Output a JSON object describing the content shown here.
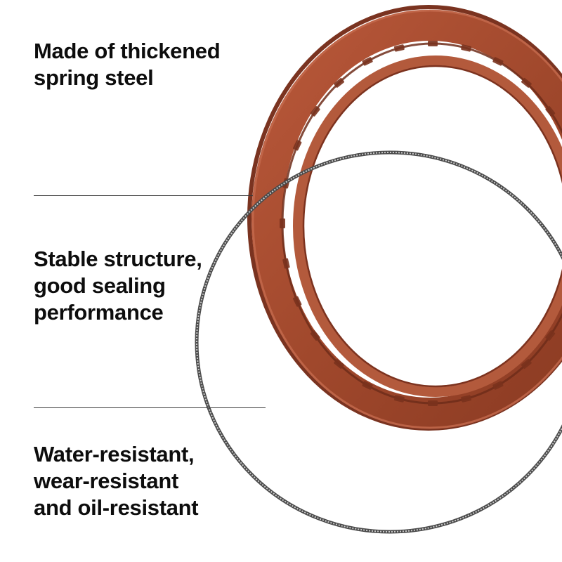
{
  "image": {
    "subject": "oil-seal-with-spring",
    "colors": {
      "seal_body": "#a0482c",
      "seal_highlight": "#c2664a",
      "seal_shadow": "#6e2d1a",
      "spring_wire": "#5a5a5a",
      "text": "#0d0d0d",
      "background": "#ffffff"
    }
  },
  "features": [
    {
      "lines": [
        "Made of thickened",
        "spring steel"
      ]
    },
    {
      "lines": [
        "Stable structure,",
        "good sealing",
        "performance"
      ]
    },
    {
      "lines": [
        "Water-resistant,",
        "wear-resistant",
        "and oil-resistant"
      ]
    }
  ]
}
